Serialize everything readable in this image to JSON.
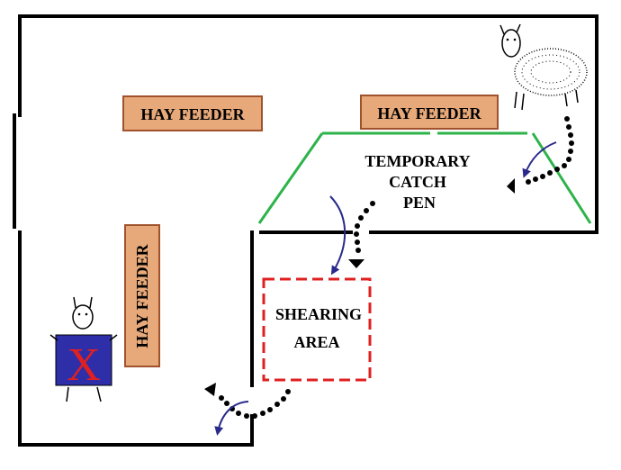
{
  "feeders": {
    "top_left": "HAY FEEDER",
    "top_right": "HAY FEEDER",
    "left_vertical": "HAY FEEDER"
  },
  "catch_pen": {
    "line1": "TEMPORARY",
    "line2": "CATCH",
    "line3": "PEN"
  },
  "shearing_area": {
    "line1": "SHEARING",
    "line2": "AREA"
  },
  "marker": {
    "symbol": "X"
  },
  "colors": {
    "feeder_fill": "#e8a97a",
    "feeder_border": "#a0522d",
    "pen_line": "#2db34a",
    "shearing_border": "#e02020",
    "arrow": "#2a2a8c",
    "marker_fill": "#2e2ea8",
    "marker_text": "#e02020"
  }
}
